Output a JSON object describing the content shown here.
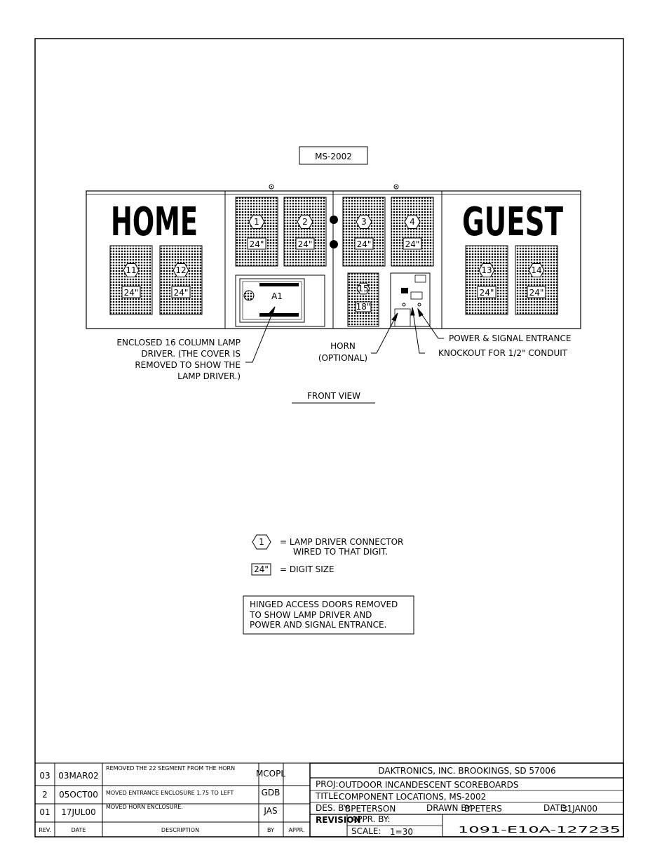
{
  "model_label": "MS-2002",
  "scoreboard": {
    "home_label": "HOME",
    "guest_label": "GUEST",
    "digits": [
      {
        "connector": "1",
        "size": "24\""
      },
      {
        "connector": "2",
        "size": "24\""
      },
      {
        "connector": "3",
        "size": "24\""
      },
      {
        "connector": "4",
        "size": "24\""
      },
      {
        "connector": "11",
        "size": "24\""
      },
      {
        "connector": "12",
        "size": "24\""
      },
      {
        "connector": "13",
        "size": "24\""
      },
      {
        "connector": "14",
        "size": "24\""
      },
      {
        "connector": "15",
        "size": "18\""
      }
    ],
    "lamp_driver_label": "A1"
  },
  "callouts": {
    "lamp_driver": [
      "ENCLOSED 16 COLUMN LAMP",
      "DRIVER.  (THE COVER IS",
      "REMOVED TO SHOW THE",
      "LAMP DRIVER.)"
    ],
    "horn": [
      "HORN",
      "(OPTIONAL)"
    ],
    "power_entrance": "POWER & SIGNAL ENTRANCE",
    "knockout": "KNOCKOUT FOR 1/2\" CONDUIT"
  },
  "view_title": "FRONT VIEW",
  "legend": {
    "connector_symbol": "1",
    "connector_text": [
      "= LAMP DRIVER CONNECTOR",
      "WIRED TO THAT DIGIT."
    ],
    "digit_symbol": "24\"",
    "digit_text": "= DIGIT SIZE"
  },
  "note": [
    "HINGED ACCESS DOORS REMOVED",
    "TO SHOW LAMP DRIVER AND",
    "POWER AND SIGNAL ENTRANCE."
  ],
  "revisions": {
    "headers": {
      "rev": "REV.",
      "date": "DATE",
      "description": "DESCRIPTION",
      "by": "BY",
      "appr": "APPR."
    },
    "rows": [
      {
        "rev": "03",
        "date": "03MAR02",
        "description": "REMOVED THE 22 SEGMENT FROM THE HORN",
        "by": "MCOPL",
        "appr": ""
      },
      {
        "rev": "2",
        "date": "05OCT00",
        "description": "MOVED ENTRANCE ENCLOSURE 1.75 TO LEFT",
        "by": "GDB",
        "appr": ""
      },
      {
        "rev": "01",
        "date": "17JUL00",
        "description": "MOVED HORN ENCLOSURE.",
        "by": "JAS",
        "appr": ""
      }
    ]
  },
  "title_block": {
    "company": "DAKTRONICS, INC.   BROOKINGS, SD  57006",
    "proj_label": "PROJ:",
    "proj": "OUTDOOR INCANDESCENT SCOREBOARDS",
    "title_label": "TITLE:",
    "title": "COMPONENT LOCATIONS, MS-2002",
    "des_label": "DES. BY:",
    "des_by": "BPETERSON",
    "drawn_label": "DRAWN BY:",
    "drawn_by": "BPETERS",
    "date_label": "DATE:",
    "date": "31JAN00",
    "revision_label": "REVISION",
    "appr_label": "APPR. BY:",
    "scale_label": "SCALE:",
    "scale": "1=30",
    "drawing_number": "1091-E10A-127235"
  }
}
